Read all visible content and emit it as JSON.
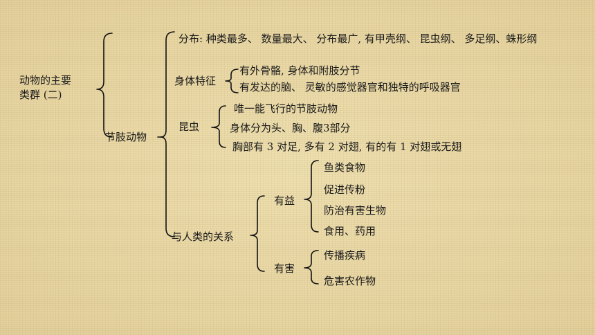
{
  "root": {
    "line1": "动物的主要",
    "line2": "类群 (二)"
  },
  "arthropod": "节肢动物",
  "distribution": "分布: 种类最多、 数量最大、 分布最广, 有甲壳纲、 昆虫纲、 多足纲、蛛形纲",
  "body_features": {
    "label": "身体特征",
    "items": [
      "有外骨骼, 身体和附肢分节",
      "有发达的脑、 灵敏的感觉器官和独特的呼吸器官"
    ]
  },
  "insect": {
    "label": "昆虫",
    "items": [
      "唯一能飞行的节肢动物",
      "身体分为头、胸、腹3部分",
      "胸部有 3 对足, 多有 2 对翅, 有的有 1 对翅或无翅"
    ]
  },
  "relation": {
    "label": "与人类的关系",
    "beneficial": {
      "label": "有益",
      "items": [
        "鱼类食物",
        "促进传粉",
        "防治有害生物",
        "食用、药用"
      ]
    },
    "harmful": {
      "label": "有害",
      "items": [
        "传播疾病",
        "危害农作物"
      ]
    }
  }
}
